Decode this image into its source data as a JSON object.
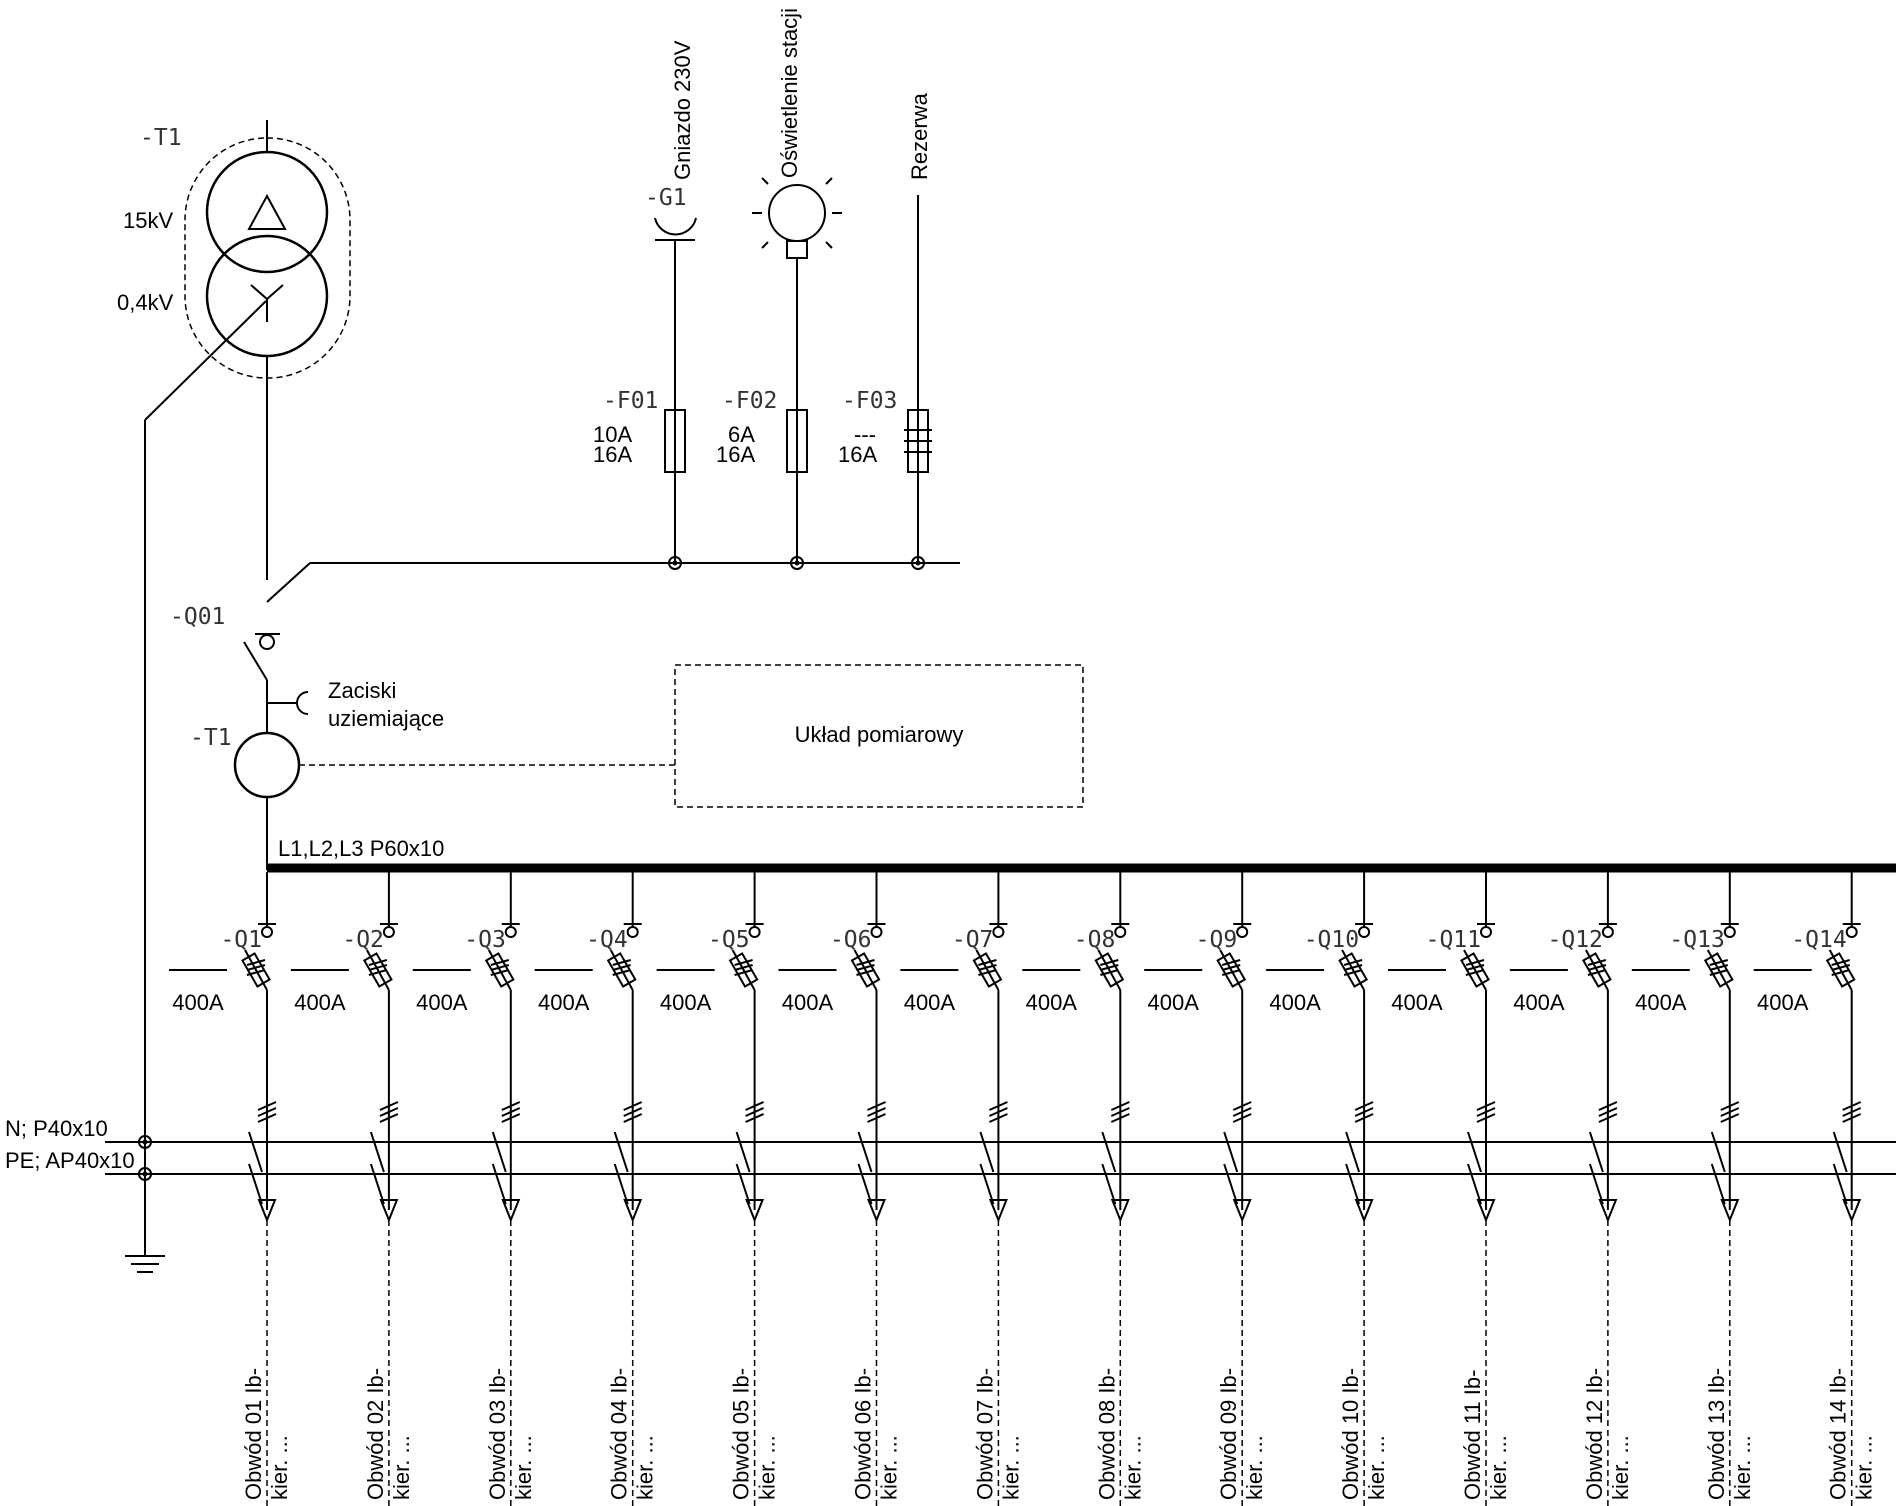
{
  "transformer": {
    "tag": "-T1",
    "hv": "15kV",
    "lv": "0,4kV"
  },
  "aux": [
    {
      "tag": "-F01",
      "ratings": [
        "10A",
        "16A"
      ],
      "device_tag": "-G1",
      "label": "Gniazdo 230V",
      "device": "socket"
    },
    {
      "tag": "-F02",
      "ratings": [
        "6A",
        "16A"
      ],
      "device_tag": "",
      "label": "Oświetlenie stacji",
      "device": "lamp"
    },
    {
      "tag": "-F03",
      "ratings": [
        "---",
        "16A"
      ],
      "device_tag": "",
      "label": "Rezerwa",
      "device": "none"
    }
  ],
  "main_switch": {
    "tag": "-Q01"
  },
  "earthing": {
    "line1": "Zaciski",
    "line2": "uziemiające"
  },
  "current_transformer": {
    "tag": "-T1"
  },
  "metering": {
    "label": "Układ pomiarowy"
  },
  "busbar": {
    "label": "L1,L2,L3 P60x10"
  },
  "n_bus": {
    "label": "N; P40x10"
  },
  "pe_bus": {
    "label": "PE; AP40x10"
  },
  "feeders": [
    {
      "tag": "-Q1",
      "rating": "400A",
      "line1": "Obwód 01 Ib-",
      "line2": "kier. ..."
    },
    {
      "tag": "-Q2",
      "rating": "400A",
      "line1": "Obwód 02 Ib-",
      "line2": "kier. ..."
    },
    {
      "tag": "-Q3",
      "rating": "400A",
      "line1": "Obwód 03 Ib-",
      "line2": "kier. ..."
    },
    {
      "tag": "-Q4",
      "rating": "400A",
      "line1": "Obwód 04 Ib-",
      "line2": "kier. ..."
    },
    {
      "tag": "-Q5",
      "rating": "400A",
      "line1": "Obwód 05 Ib-",
      "line2": "kier. ..."
    },
    {
      "tag": "-Q6",
      "rating": "400A",
      "line1": "Obwód 06 Ib-",
      "line2": "kier. ..."
    },
    {
      "tag": "-Q7",
      "rating": "400A",
      "line1": "Obwód 07 Ib-",
      "line2": "kier. ..."
    },
    {
      "tag": "-Q8",
      "rating": "400A",
      "line1": "Obwód 08 Ib-",
      "line2": "kier. ..."
    },
    {
      "tag": "-Q9",
      "rating": "400A",
      "line1": "Obwód 09 Ib-",
      "line2": "kier. ..."
    },
    {
      "tag": "-Q10",
      "rating": "400A",
      "line1": "Obwód 10 Ib-",
      "line2": "kier. ..."
    },
    {
      "tag": "-Q11",
      "rating": "400A",
      "line1": "Obwód 11 Ib-",
      "line2": "kier. ..."
    },
    {
      "tag": "-Q12",
      "rating": "400A",
      "line1": "Obwód 12 Ib-",
      "line2": "kier. ..."
    },
    {
      "tag": "-Q13",
      "rating": "400A",
      "line1": "Obwód 13 Ib-",
      "line2": "kier. ..."
    },
    {
      "tag": "-Q14",
      "rating": "400A",
      "line1": "Obwód 14 Ib-",
      "line2": "kier. ..."
    }
  ]
}
